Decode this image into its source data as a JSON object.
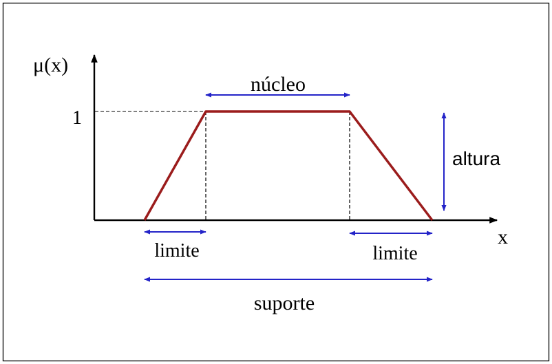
{
  "axes": {
    "y_label": "μ(x)",
    "x_label": "x",
    "y_tick_one": "1"
  },
  "labels": {
    "core": "núcleo",
    "height": "altura",
    "limit_left": "limite",
    "limit_right": "limite",
    "support": "suporte"
  },
  "colors": {
    "membership_line": "#9b1c1c",
    "annotation_arrow": "#2323c8",
    "axis": "#000000",
    "frame": "#000000"
  }
}
